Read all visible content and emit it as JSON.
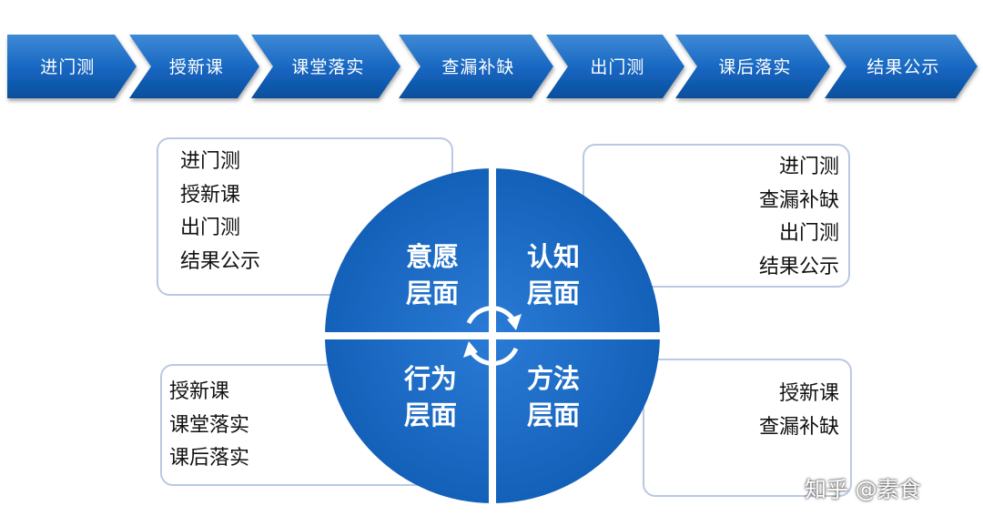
{
  "process_steps": [
    "进门测",
    "授新课",
    "课堂落实",
    "查漏补缺",
    "出门测",
    "课后落实",
    "结果公示"
  ],
  "quadrants": {
    "top_left": {
      "line1": "意愿",
      "line2": "层面",
      "items": [
        "进门测",
        "授新课",
        "出门测",
        "结果公示"
      ]
    },
    "top_right": {
      "line1": "认知",
      "line2": "层面",
      "items": [
        "进门测",
        "查漏补缺",
        "出门测",
        "结果公示"
      ]
    },
    "bottom_left": {
      "line1": "行为",
      "line2": "层面",
      "items": [
        "授新课",
        "课堂落实",
        "课后落实"
      ]
    },
    "bottom_right": {
      "line1": "方法",
      "line2": "层面",
      "items": [
        "授新课",
        "查漏补缺"
      ]
    }
  },
  "watermark": "知乎 @素食",
  "icons": {
    "cycle": "cycle-arrows-icon",
    "zhihu": "zhihu-logo-icon"
  },
  "colors": {
    "chevron_dark": "#0b5cab",
    "chevron_light": "#3f8ad6",
    "wheel": "#1566c3",
    "box_border": "#b9c9e3"
  }
}
